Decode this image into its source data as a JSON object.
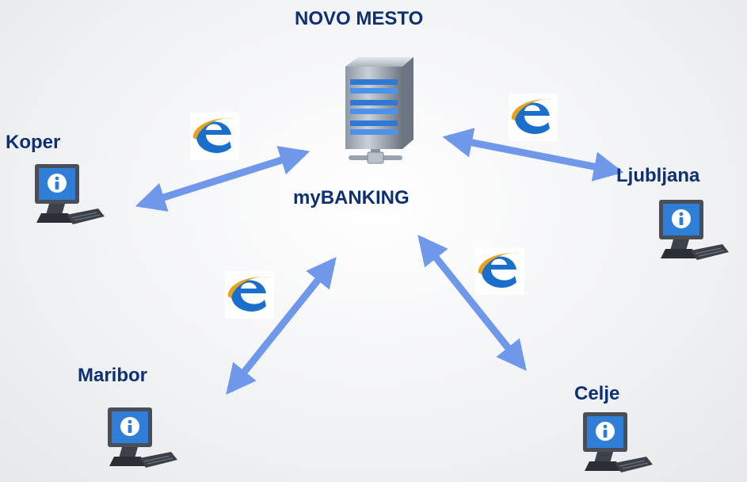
{
  "hub": {
    "title": "NOVO MESTO",
    "name": "myBANKING"
  },
  "branches": [
    {
      "label": "Koper"
    },
    {
      "label": "Ljubljana"
    },
    {
      "label": "Maribor"
    },
    {
      "label": "Celje"
    }
  ],
  "icons": {
    "server": "server-icon",
    "browser": "internet-explorer-icon",
    "client": "computer-info-icon"
  },
  "colors": {
    "label": "#0d2f73",
    "arrow": "#6f97ea",
    "browser": "#1b6fcc"
  }
}
